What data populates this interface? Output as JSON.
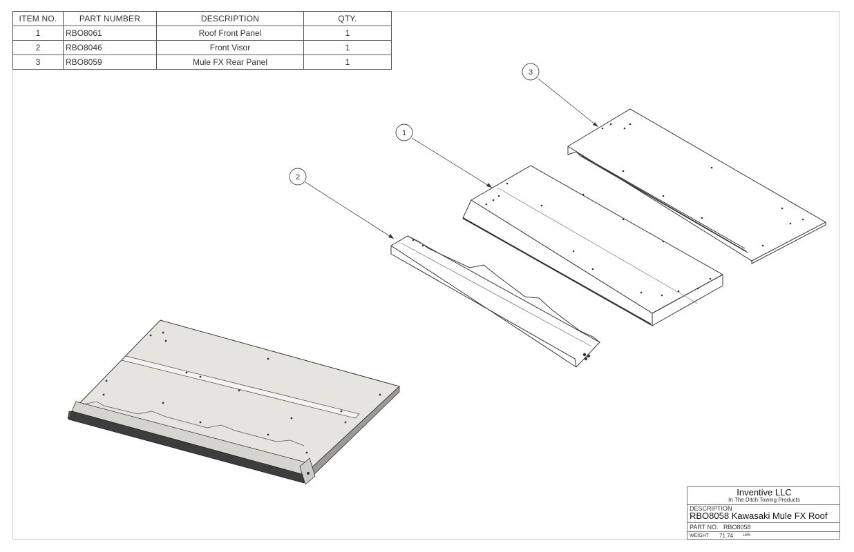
{
  "bom": {
    "headers": [
      "ITEM NO.",
      "PART NUMBER",
      "DESCRIPTION",
      "QTY."
    ],
    "rows": [
      {
        "item": "1",
        "part": "RBO8061",
        "desc": "Roof Front Panel",
        "qty": "1"
      },
      {
        "item": "2",
        "part": "RBO8046",
        "desc": "Front Visor",
        "qty": "1"
      },
      {
        "item": "3",
        "part": "RBO8059",
        "desc": "Mule FX Rear Panel",
        "qty": "1"
      }
    ]
  },
  "balloons": [
    "3",
    "1",
    "2"
  ],
  "title_block": {
    "company": "Inventive LLC",
    "tagline": "In The Ditch Towing Products",
    "description_label": "DESCRIPTION",
    "description": "RBO8058 Kawasaki Mule FX Roof",
    "part_no_label": "PART NO.",
    "part_no": "RBO8058",
    "weight_label": "WEIGHT",
    "weight": "71.74",
    "weight_unit": "LBS"
  },
  "colors": {
    "line": "#333333",
    "assembly_fill": "#e9e7e2",
    "assembly_shadow": "#3a3a3a"
  }
}
